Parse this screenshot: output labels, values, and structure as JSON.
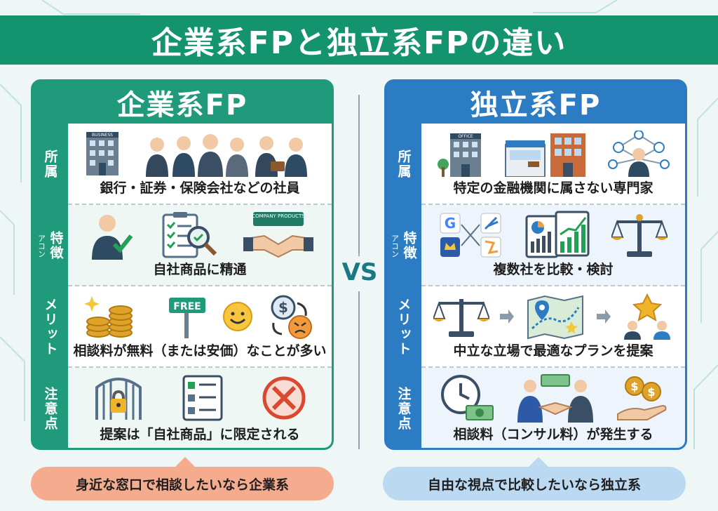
{
  "title": "企業系FPと独立系FPの違い",
  "vs": "VS",
  "colors": {
    "title_bg": "#13946f",
    "left_accent": "#1f9a7a",
    "right_accent": "#2c7cc3",
    "left_callout": "#f4ab8e",
    "right_callout": "#bcd9f2"
  },
  "left": {
    "header": "企業系FP",
    "rows": [
      {
        "label": "所属",
        "sub": "",
        "caption": "銀行・証券・保険会社などの社員",
        "icons": [
          "office-building-icon",
          "business-people-icon"
        ],
        "icon_text": "BUSINESS"
      },
      {
        "label": "特徴",
        "sub": "アコン",
        "caption": "自社商品に精通",
        "icons": [
          "person-check-icon",
          "checklist-magnifier-icon",
          "handshake-icon"
        ],
        "icon_text": "COMPANY PRODUCTS"
      },
      {
        "label": "メリット",
        "sub": "",
        "caption": "相談料が無料（または安価）なことが多い",
        "icons": [
          "coins-icon",
          "free-sign-icon",
          "happy-face-icon",
          "dollar-cycle-icon",
          "angry-face-icon"
        ],
        "icon_text": "FREE"
      },
      {
        "label": "注意点",
        "sub": "",
        "caption": "提案は「自社商品」に限定される",
        "icons": [
          "locked-gate-icon",
          "document-list-icon",
          "prohibited-icon"
        ],
        "icon_text": ""
      }
    ],
    "callout": "身近な窓口で相談したいなら企業系"
  },
  "right": {
    "header": "独立系FP",
    "rows": [
      {
        "label": "所属",
        "sub": "",
        "caption": "特定の金融機関に属さない専門家",
        "icons": [
          "office-building-icon",
          "shops-icon",
          "network-people-icon"
        ],
        "icon_text": "OFFICE"
      },
      {
        "label": "特徴",
        "sub": "アコン",
        "caption": "複数社を比較・検討",
        "icons": [
          "company-logos-icon",
          "charts-icon",
          "balance-scale-icon"
        ],
        "icon_text": ""
      },
      {
        "label": "メリット",
        "sub": "",
        "caption": "中立な立場で最適なプランを提案",
        "icons": [
          "balance-scale-icon",
          "map-icon",
          "star-people-icon"
        ],
        "icon_text": ""
      },
      {
        "label": "注意点",
        "sub": "",
        "caption": "相談料（コンサル料）が発生する",
        "icons": [
          "clock-money-icon",
          "handshake-money-icon",
          "hand-coins-icon"
        ],
        "icon_text": ""
      }
    ],
    "callout": "自由な視点で比較したいなら独立系"
  }
}
